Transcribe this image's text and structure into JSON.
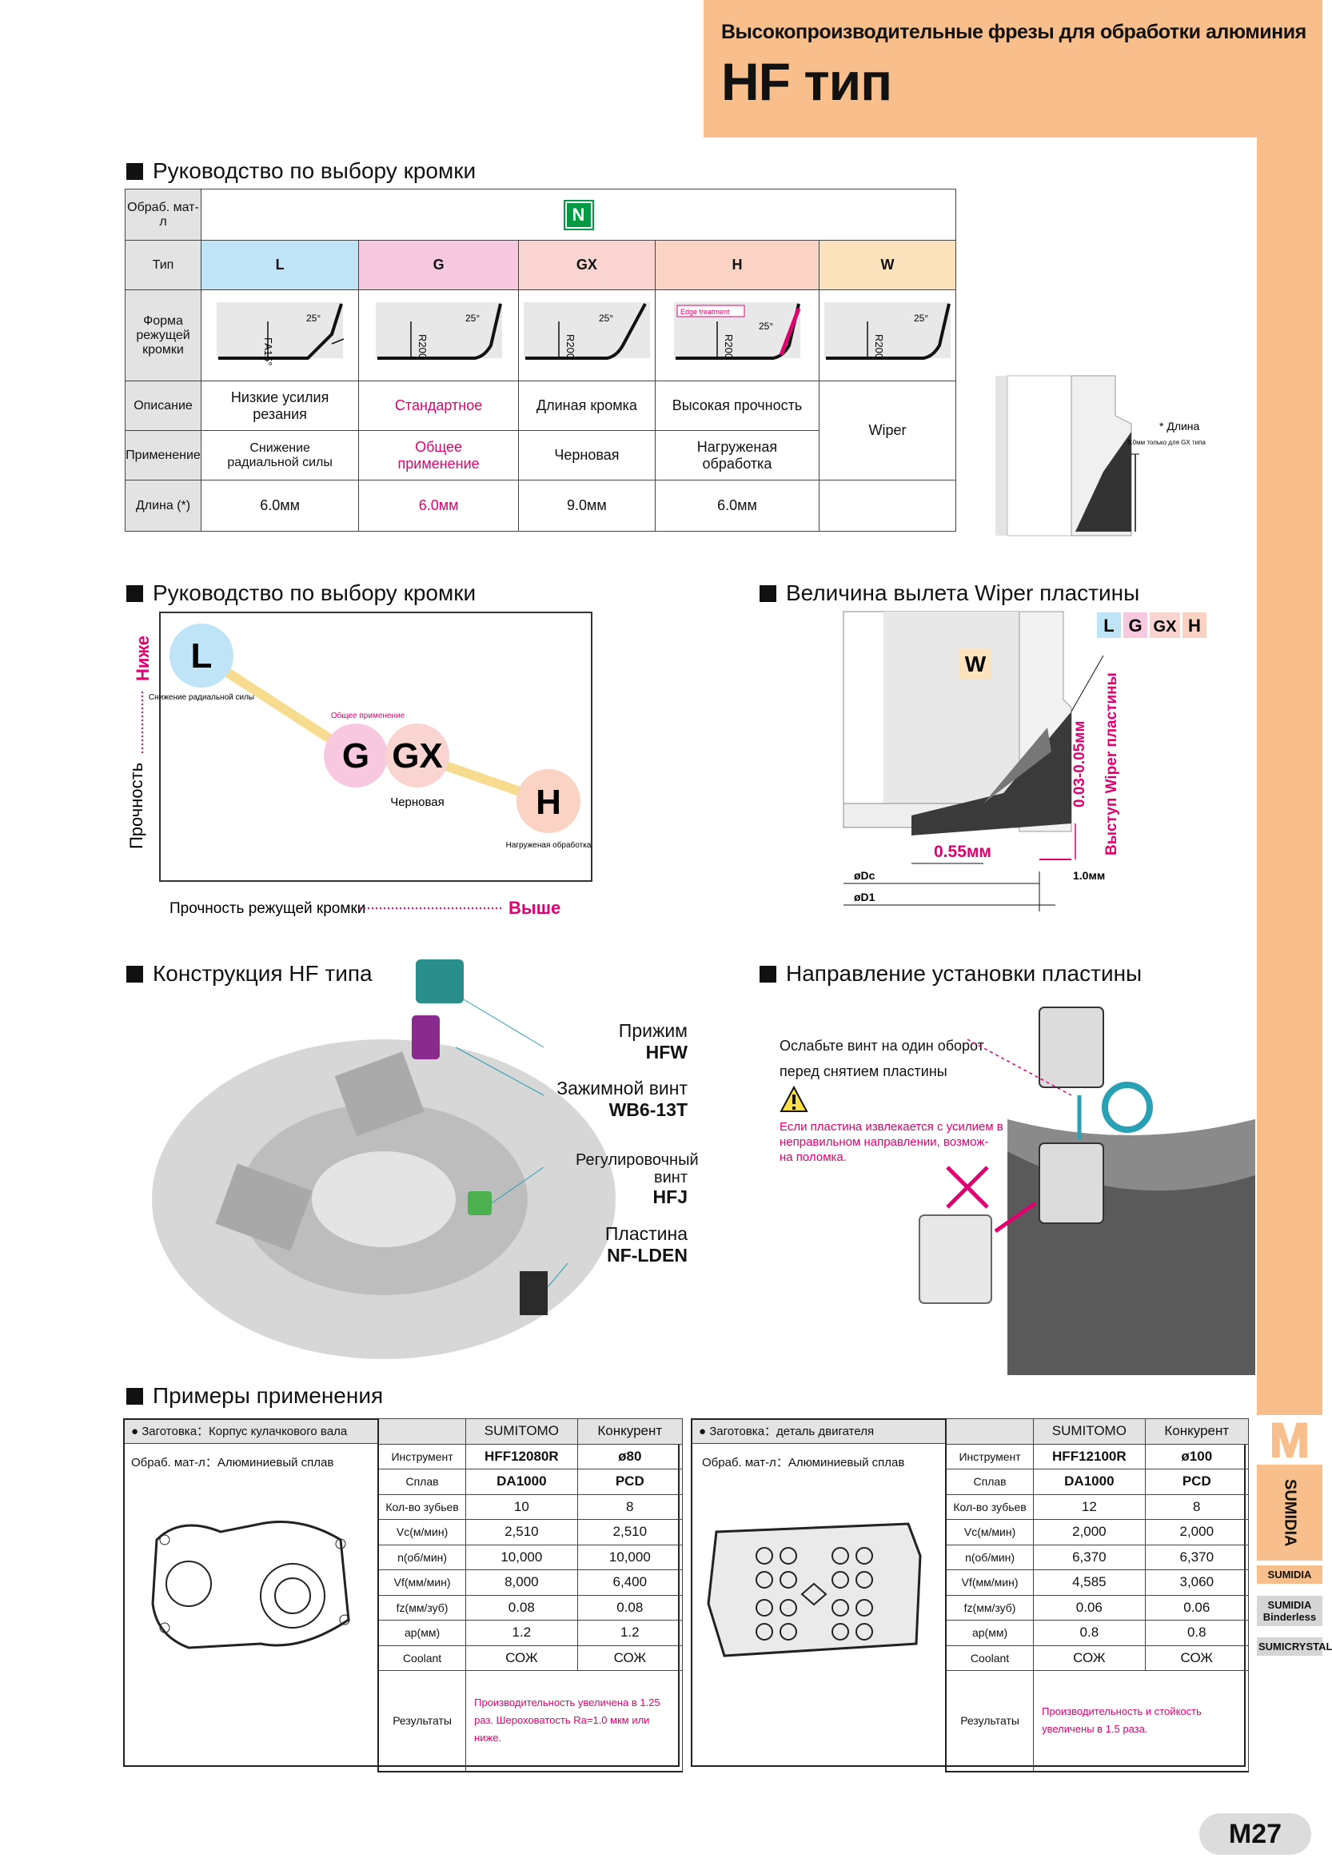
{
  "header": {
    "subtitle": "Высокопроизводительные фрезы для обработки алюминия",
    "title": "HF тип"
  },
  "sections": {
    "edge_guide": "Руководство по выбору кромки",
    "edge_guide2": "Руководство по выбору кромки",
    "wiper": "Величина вылета Wiper пластины",
    "construction": "Конструкция HF типа",
    "mounting": "Направление установки пластины",
    "examples": "Примеры применения"
  },
  "table": {
    "row_material": "Обраб. мат-л",
    "material_code": "N",
    "row_type": "Тип",
    "types": [
      "L",
      "G",
      "GX",
      "H",
      "W"
    ],
    "type_colors": [
      "#bfe3f7",
      "#f7c8df",
      "#f9d4d0",
      "#fbd3c4",
      "#fde3bd"
    ],
    "row_shape": "Форма режущей кромки",
    "shape_labels": [
      "FA15°",
      "R200",
      "R200",
      "R200",
      "R200"
    ],
    "angle": "25°",
    "edge_treatment": "Edge treatment",
    "row_desc": "Описание",
    "desc": [
      "Низкие усилия резания",
      "Стандартное",
      "Длиная кромка",
      "Высокая прочность"
    ],
    "row_app": "Применение",
    "app": [
      "Снижение радиальной силы",
      "Общее применение",
      "Черновая",
      "Нагруженая обработка"
    ],
    "app_w": "Wiper",
    "row_len": "Длина (*)",
    "len": [
      "6.0мм",
      "6.0мм",
      "9.0мм",
      "6.0мм"
    ],
    "note_length": "* Длина",
    "note_small": "9.0мм только для GX типа"
  },
  "guide": {
    "ylabel": "Прочность",
    "ylow": "Ниже",
    "xlabel": "Прочность режущей кромки",
    "xhigh": "Выше",
    "nodes": [
      {
        "id": "L",
        "note": "Снижение радиальной силы",
        "color": "#bfe3f7"
      },
      {
        "id": "G",
        "note": "Общее применение",
        "color": "#f7c8df"
      },
      {
        "id": "GX",
        "note": "Черновая",
        "color": "#f9d4d0"
      },
      {
        "id": "H",
        "note": "Нагруженая обработка",
        "color": "#fbd3c4"
      }
    ]
  },
  "wiper": {
    "badges": [
      "L",
      "G",
      "GX",
      "H"
    ],
    "w": "W",
    "dim1": "0.55мм",
    "dim2": "0.03-0.05мм",
    "side": "Выступ Wiper пластины",
    "dim3": "1.0мм",
    "dc": "øDc",
    "d1": "øD1"
  },
  "construction": {
    "parts": [
      {
        "name": "Прижим",
        "code": "HFW"
      },
      {
        "name": "Зажимной винт",
        "code": "WB6-13T"
      },
      {
        "name": "Регулировочный винт",
        "code": "HFJ"
      },
      {
        "name": "Пластина",
        "code": "NF-LDEN"
      }
    ]
  },
  "mounting": {
    "note": "Ослабьте винт на один оборот перед снятием пластины",
    "warning": "Если пластина извлекается с усилием в неправильном направлении, возмож- на поломка."
  },
  "examples": [
    {
      "workpiece": "Заготовка：Корпус кулачкового вала",
      "material": "Обраб. мат-л：Алюминиевый сплав",
      "col1": "SUMITOMO",
      "col2": "Конкурент",
      "rows": [
        [
          "Инструмент",
          "HFF12080R",
          "ø80"
        ],
        [
          "Сплав",
          "DA1000",
          "PCD"
        ],
        [
          "Кол-во зубьев",
          "10",
          "8"
        ],
        [
          "Vc(м/мин)",
          "2,510",
          "2,510"
        ],
        [
          "n(об/мин)",
          "10,000",
          "10,000"
        ],
        [
          "Vf(мм/мин)",
          "8,000",
          "6,400"
        ],
        [
          "fz(мм/зуб)",
          "0.08",
          "0.08"
        ],
        [
          "ap(мм)",
          "1.2",
          "1.2"
        ],
        [
          "Coolant",
          "СОЖ",
          "СОЖ"
        ]
      ],
      "result_label": "Результаты",
      "result": "Производительность увеличена в 1.25 раз. Шероховатость Ra=1.0 мкм или ниже."
    },
    {
      "workpiece": "Заготовка：деталь двигателя",
      "material": "Обраб. мат-л：Алюминиевый сплав",
      "col1": "SUMITOMO",
      "col2": "Конкурент",
      "rows": [
        [
          "Инструмент",
          "HFF12100R",
          "ø100"
        ],
        [
          "Сплав",
          "DA1000",
          "PCD"
        ],
        [
          "Кол-во зубьев",
          "12",
          "8"
        ],
        [
          "Vc(м/мин)",
          "2,000",
          "2,000"
        ],
        [
          "n(об/мин)",
          "6,370",
          "6,370"
        ],
        [
          "Vf(мм/мин)",
          "4,585",
          "3,060"
        ],
        [
          "fz(мм/зуб)",
          "0.06",
          "0.06"
        ],
        [
          "ap(мм)",
          "0.8",
          "0.8"
        ],
        [
          "Coolant",
          "СОЖ",
          "СОЖ"
        ]
      ],
      "result_label": "Результаты",
      "result": "Производительность и стойкость увеличены в 1.5 раза."
    }
  ],
  "side": {
    "tab": "M",
    "brand": "SUMIDIA",
    "items": [
      "SUMIDIA",
      "SUMIDIA Binderless",
      "SUMICRYSTAL"
    ]
  },
  "page": "M27"
}
